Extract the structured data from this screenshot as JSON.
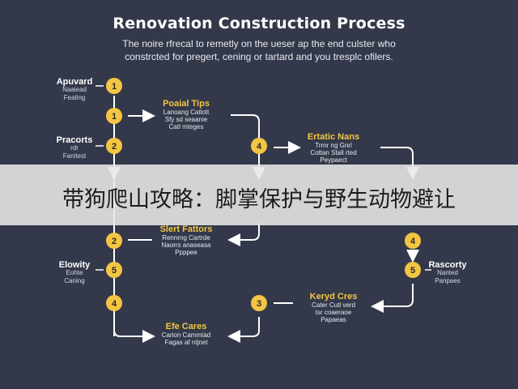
{
  "title": "Renovation Construction Process",
  "subtitle": "The noire rfrecal to remetly on the ueser ap the end culster who\nconstrcted for pregert, cening or tartard and you tresplc ofilers.",
  "left_labels": [
    {
      "head": "Apuvard",
      "body": "Naaiead\nFeating"
    },
    {
      "head": "Pracorts",
      "body": "rdr\nFanitest"
    },
    {
      "head": "Elowity",
      "body": "Eohte\nCaning"
    }
  ],
  "right_labels": [
    {
      "head": "Rascorty",
      "body": "Nanted\nPanpaes"
    }
  ],
  "steps": [
    {
      "id": "poaial-tips",
      "head": "Poaial Tips",
      "body": "Lanoang Catlott\nSfy sd seaanie\nCatl mteges"
    },
    {
      "id": "ertatic-nans",
      "head": "Ertatic Nans",
      "body": "Trrnr ng Gnrl\nCottan Stall rted\nPeypaect"
    },
    {
      "id": "slert-fattors",
      "head": "Slert Fattors",
      "body": "Rennrng Cartrde\nNaorrs anaseasa\nPpppee"
    },
    {
      "id": "keryd-cres",
      "head": "Keryd Cres",
      "body": "Cater Cutl verd\ntsr coaeraoe\nPapaeas"
    },
    {
      "id": "efe-cares",
      "head": "Efe Cares",
      "body": "Carion Cammtad\nFagas af ntjnet"
    }
  ],
  "markers": [
    "1",
    "1",
    "2",
    "4",
    "2",
    "5",
    "4",
    "3",
    "4",
    "5"
  ],
  "banner_text": "带狗爬山攻略：脚掌保护与野生动物避让",
  "colors": {
    "background": "#33394a",
    "marker": "#f4c542",
    "arrow": "#ffffff",
    "banner": "#e8e8e8"
  }
}
